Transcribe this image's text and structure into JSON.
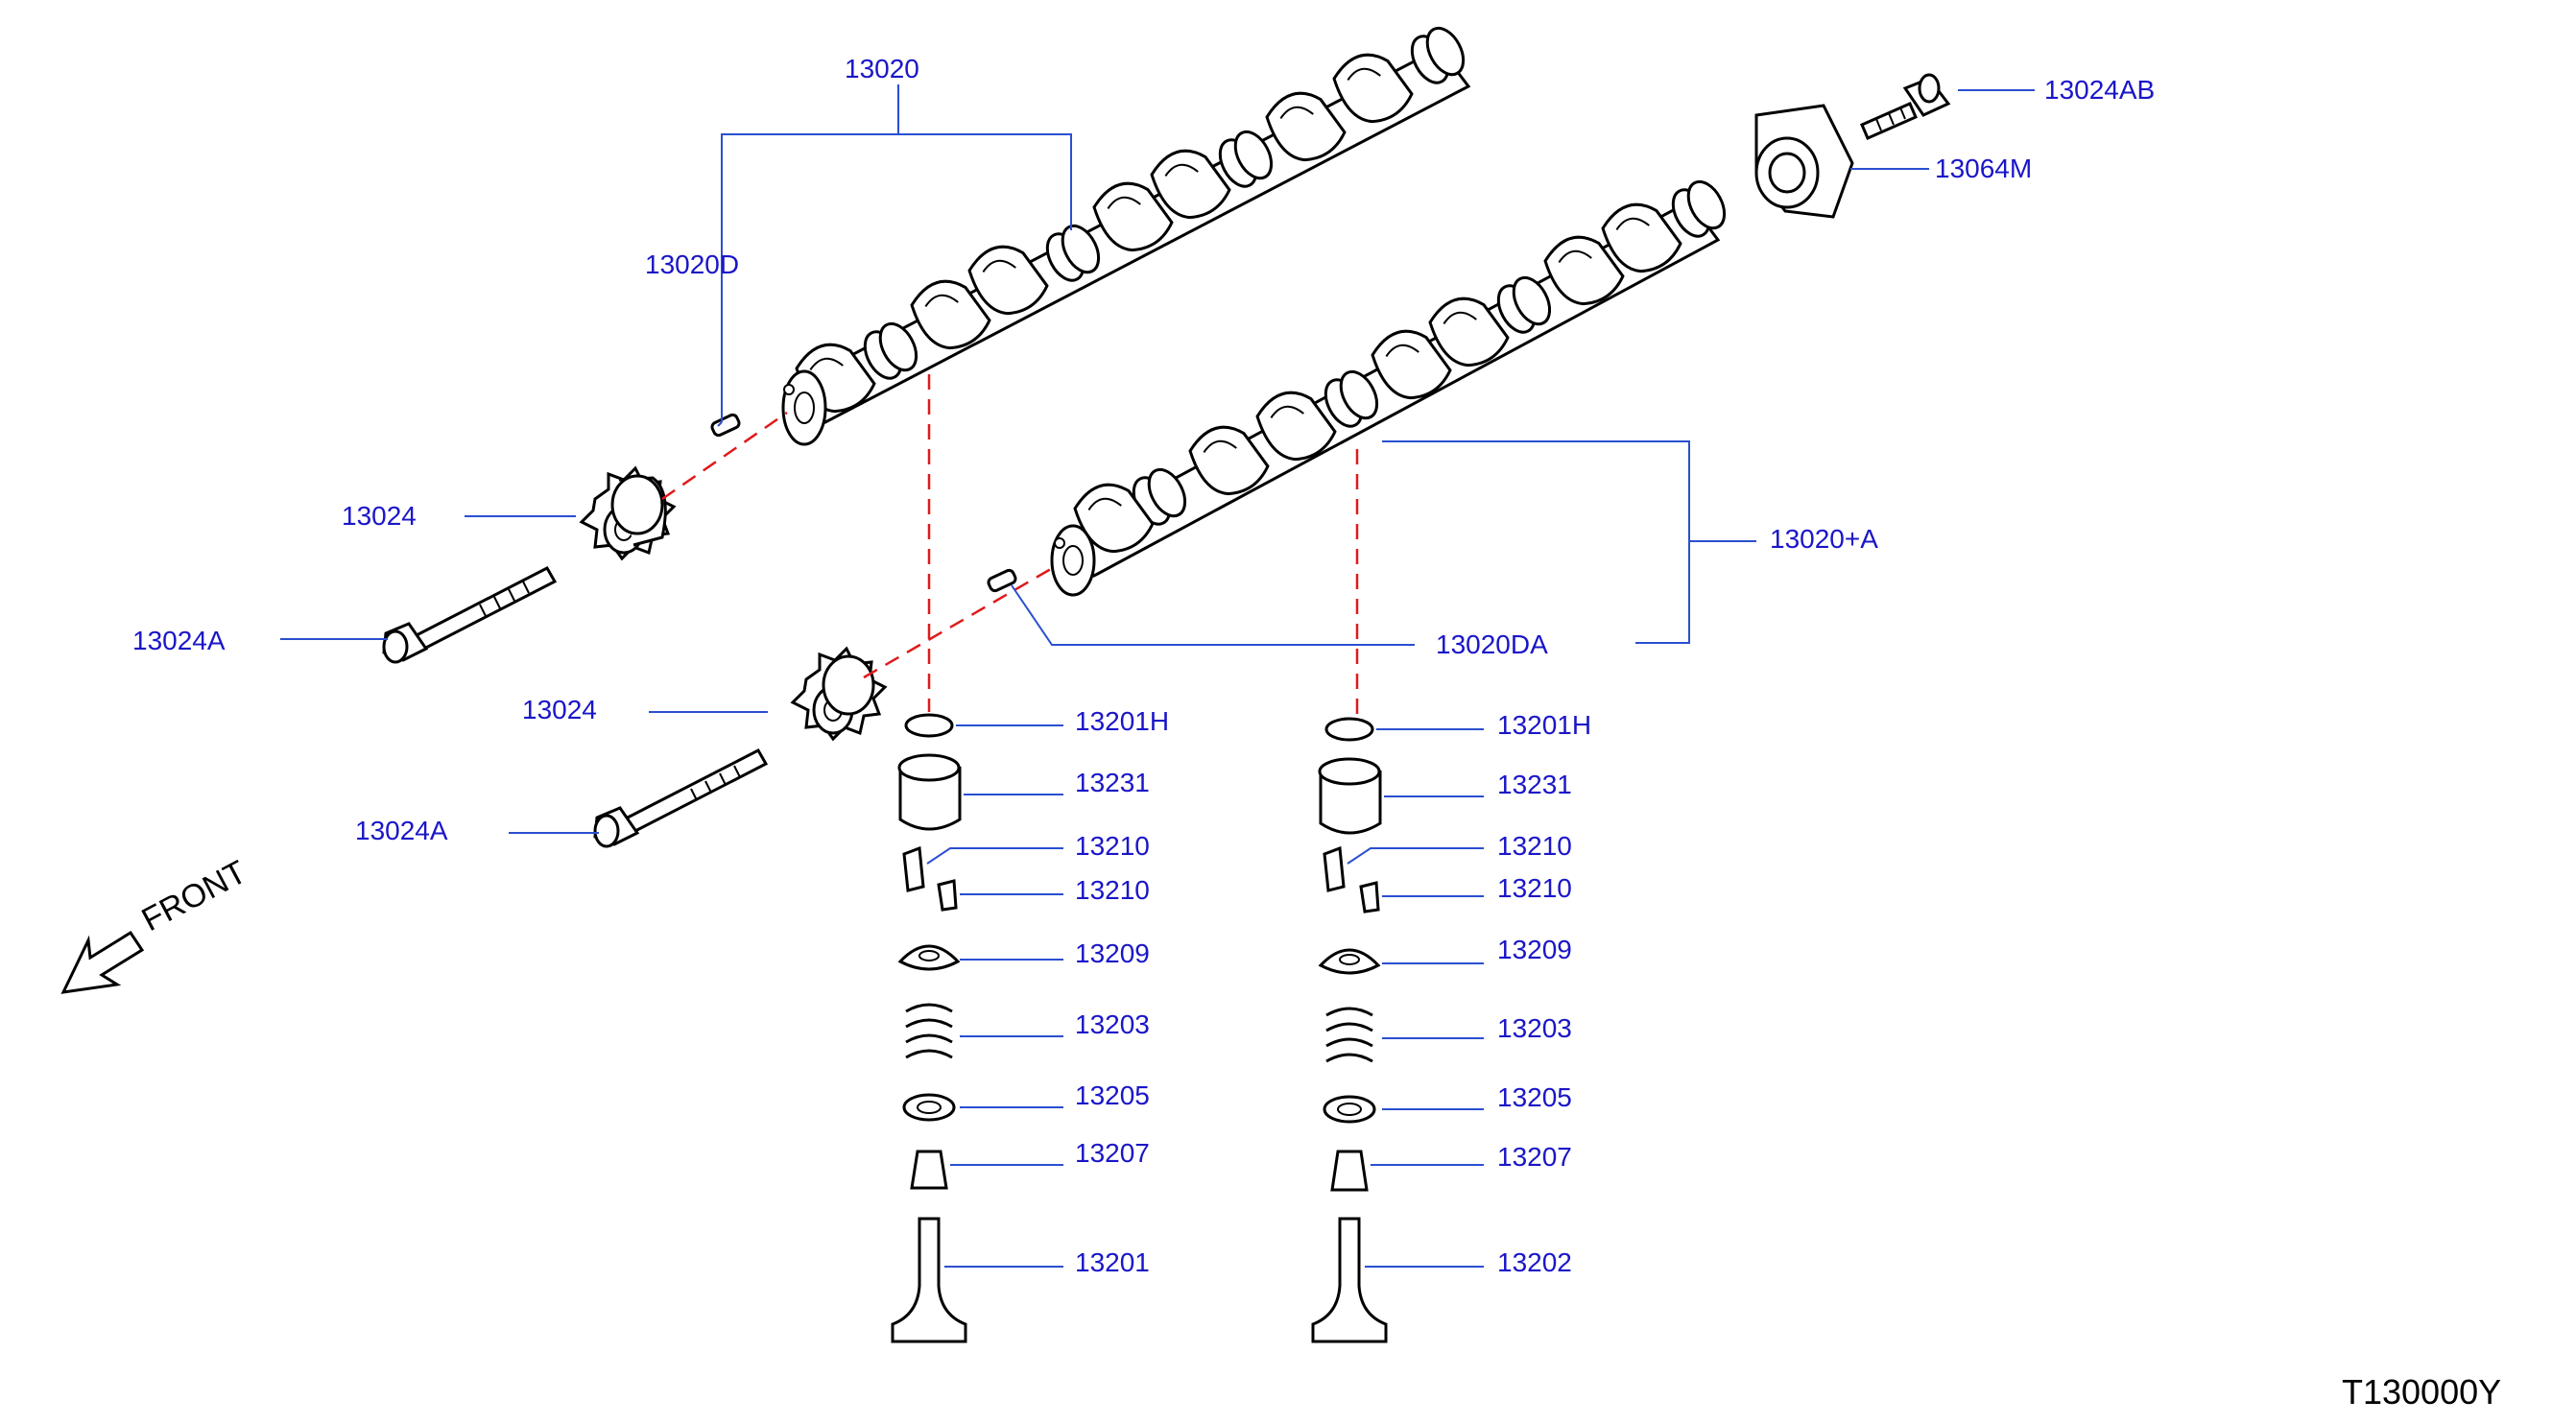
{
  "labels": {
    "p13020": "13020",
    "p13020D": "13020D",
    "p13024_upper": "13024",
    "p13024A_upper": "13024A",
    "p13024_lower": "13024",
    "p13024A_lower": "13024A",
    "p13024AB": "13024AB",
    "p13064M": "13064M",
    "p13020A": "13020+A",
    "p13020DA": "13020DA",
    "left": {
      "shim": "13201H",
      "lifter": "13231",
      "keeper1": "13210",
      "keeper2": "13210",
      "retainer": "13209",
      "spring": "13203",
      "seat": "13205",
      "seal": "13207",
      "valve": "13201"
    },
    "right": {
      "shim": "13201H",
      "lifter": "13231",
      "keeper1": "13210",
      "keeper2": "13210",
      "retainer": "13209",
      "spring": "13203",
      "seat": "13205",
      "seal": "13207",
      "valve": "13202"
    }
  },
  "front_text": "FRONT",
  "diagram_code": "T130000Y",
  "colors": {
    "callout": "#1a16c8",
    "leader": "#2a4fd0",
    "dash": "#e01a1a",
    "line": "#000000"
  }
}
